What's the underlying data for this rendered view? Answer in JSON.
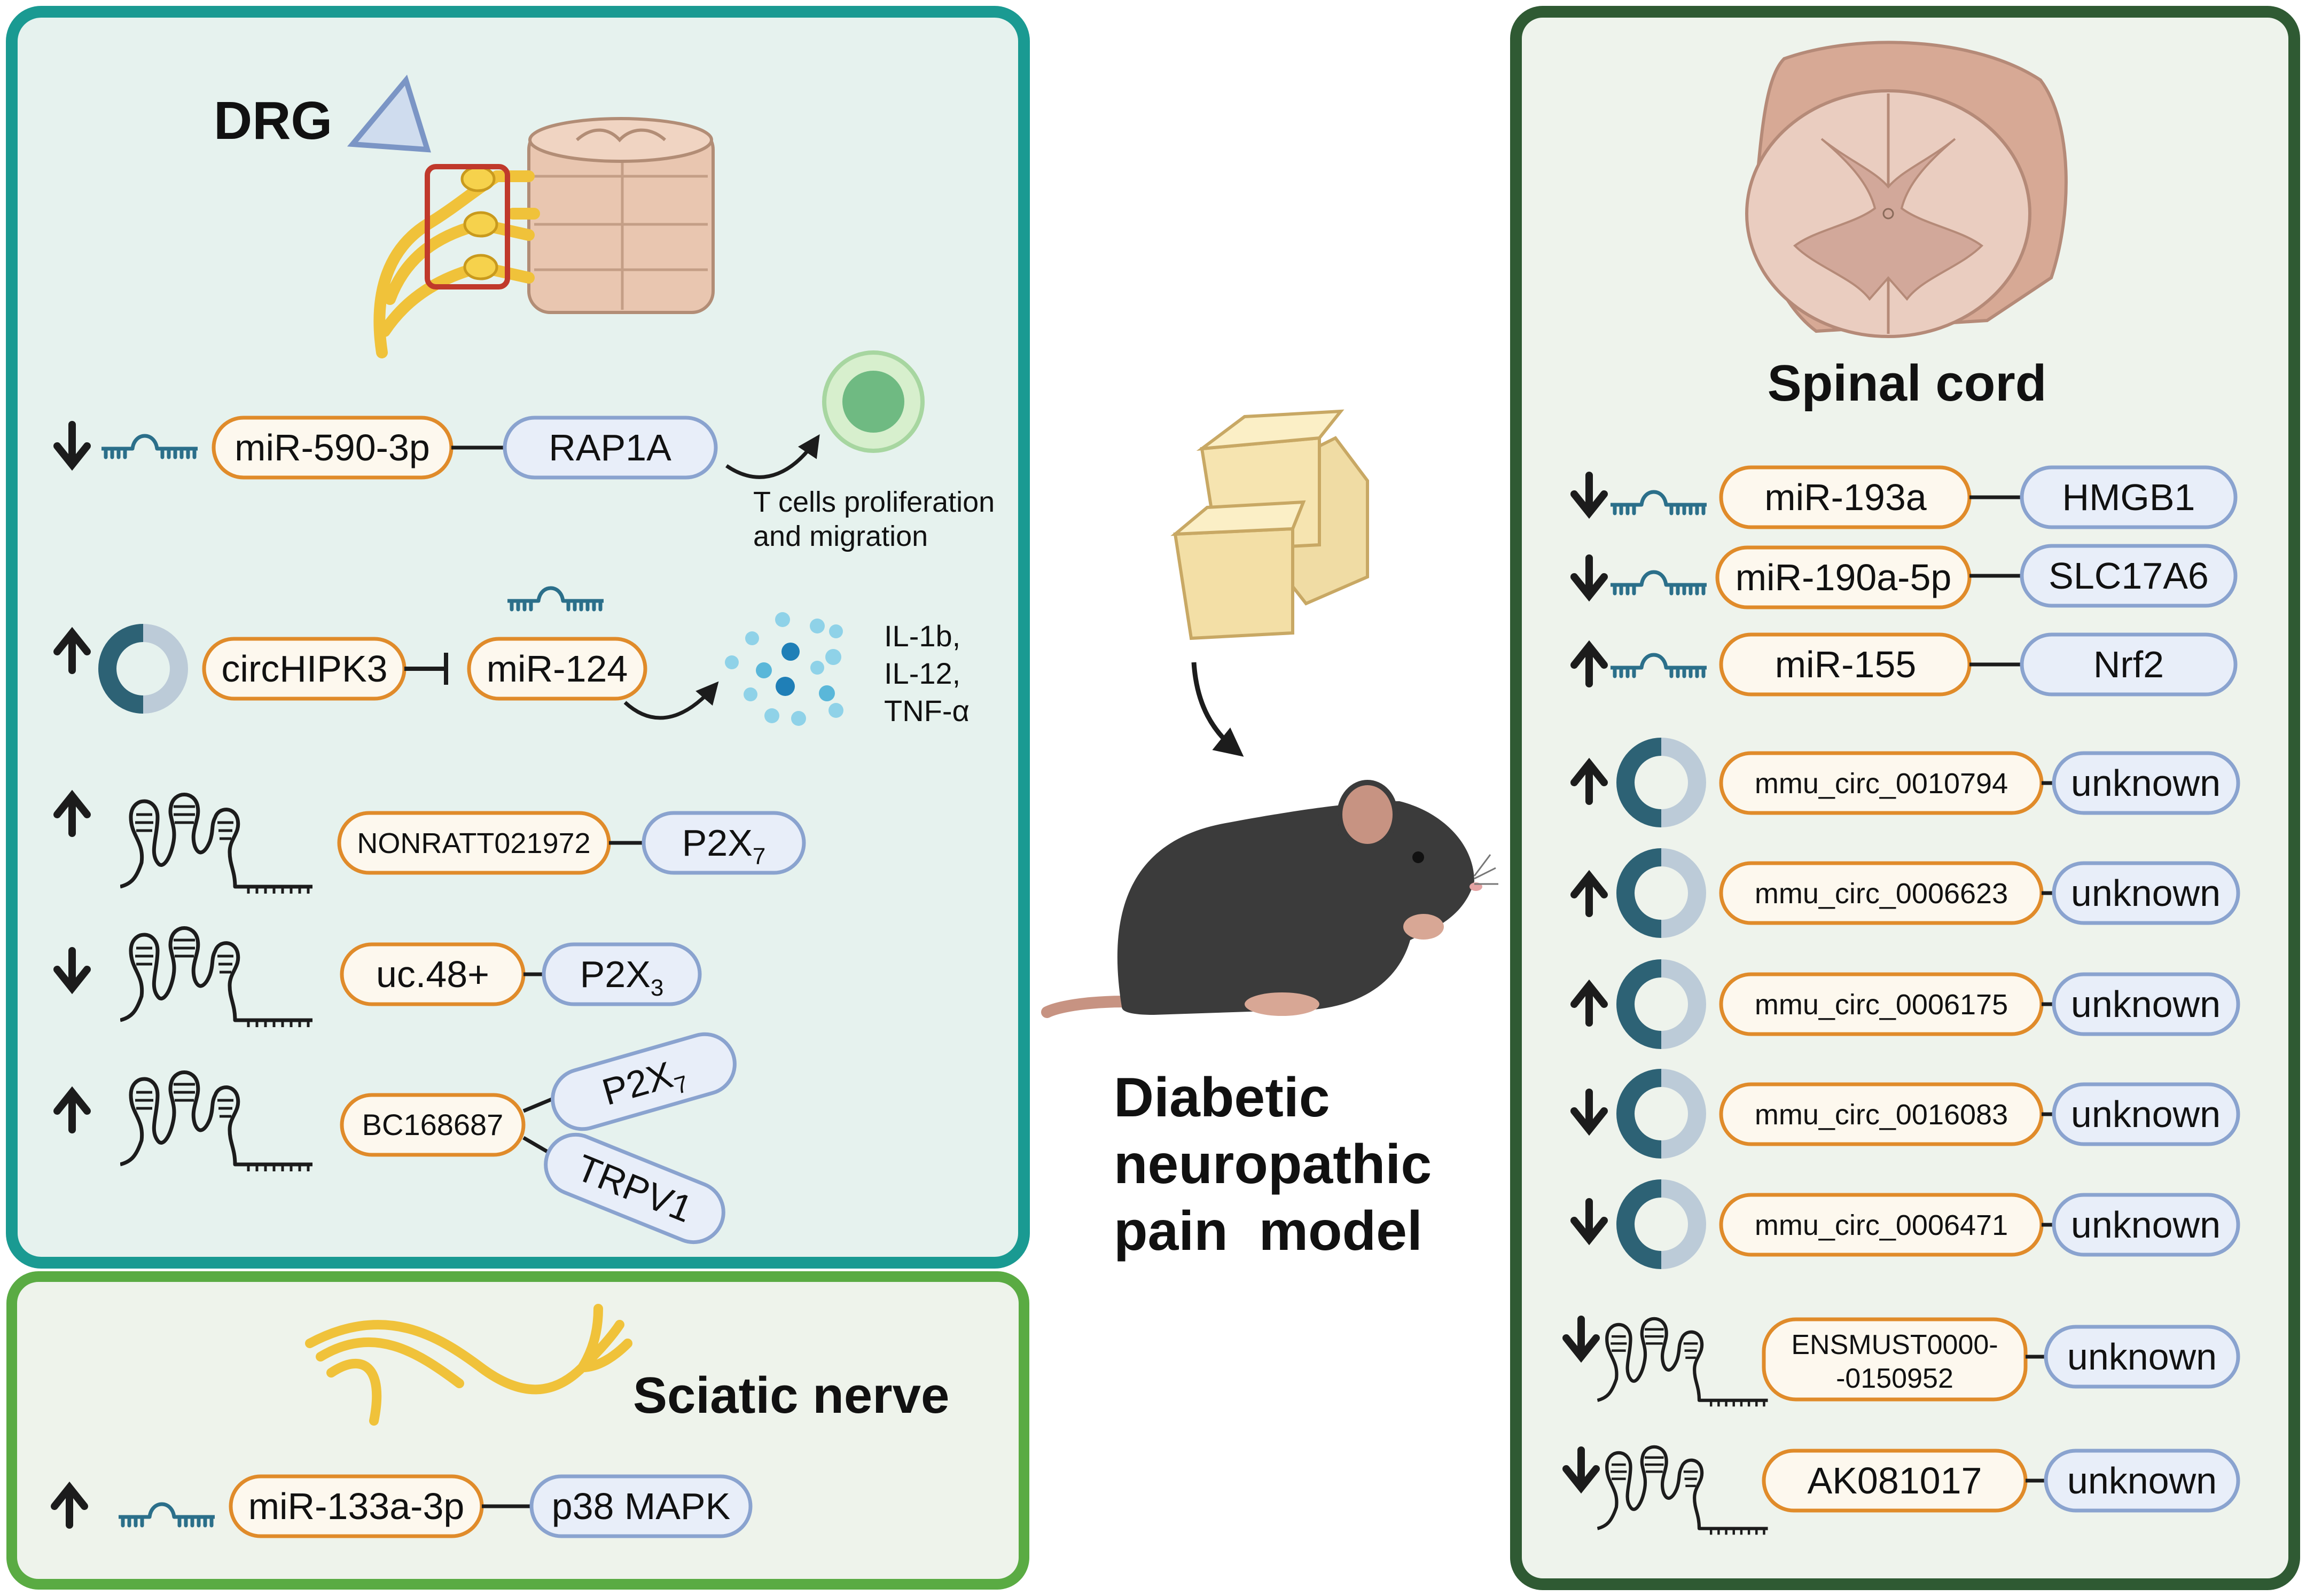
{
  "colors": {
    "drg_panel_border": "#1a9a92",
    "drg_panel_fill": "#e6f2ee",
    "sciatic_panel_border": "#5aab43",
    "sciatic_panel_fill": "#eef3eb",
    "spinal_panel_border": "#2f5a33",
    "spinal_panel_fill": "#eef3ec",
    "ncrna_pill_border": "#e08b2a",
    "ncrna_pill_fill": "#fdf8ee",
    "target_pill_border": "#8aa3cf",
    "target_pill_fill": "#e8eef9",
    "mirna_icon": "#2b6f8a",
    "circ_dark": "#2d6275",
    "circ_light": "#bccbd8",
    "arrow": "#1c1c1c"
  },
  "drg": {
    "title": "DRG",
    "rows": [
      {
        "direction": "down",
        "icon": "mirna-icon",
        "ncrna": "miR-590-3p",
        "target": "RAP1A",
        "effect_line1": "T cells proliferation",
        "effect_line2": "and migration"
      },
      {
        "direction": "up",
        "icon": "circrna-icon",
        "ncrna": "circHIPK3",
        "inhibits": "miR-124",
        "effect_line1": "IL-1b,",
        "effect_line2": "IL-12,",
        "effect_line3": "TNF-α"
      },
      {
        "direction": "up",
        "icon": "lncrna-icon",
        "ncrna": "NONRATT021972",
        "target": "P2X",
        "target_sub": "7"
      },
      {
        "direction": "down",
        "icon": "lncrna-icon",
        "ncrna": "uc.48+",
        "target": "P2X",
        "target_sub": "3"
      },
      {
        "direction": "up",
        "icon": "lncrna-icon",
        "ncrna": "BC168687",
        "target1": "P2X",
        "target1_sub": "7",
        "target2": "TRPV1"
      }
    ]
  },
  "sciatic": {
    "title": "Sciatic nerve",
    "row": {
      "direction": "up",
      "icon": "mirna-icon",
      "ncrna": "miR-133a-3p",
      "target": "p38 MAPK"
    }
  },
  "center": {
    "line1": "Diabetic",
    "line2": "neuropathic",
    "line3": "pain  model"
  },
  "spinal": {
    "title": "Spinal cord",
    "mirna_rows": [
      {
        "direction": "down",
        "ncrna": "miR-193a",
        "target": "HMGB1"
      },
      {
        "direction": "down",
        "ncrna": "miR-190a-5p",
        "target": "SLC17A6"
      },
      {
        "direction": "up",
        "ncrna": "miR-155",
        "target": "Nrf2"
      }
    ],
    "circ_rows": [
      {
        "direction": "up",
        "ncrna": "mmu_circ_0010794",
        "target": "unknown"
      },
      {
        "direction": "up",
        "ncrna": "mmu_circ_0006623",
        "target": "unknown"
      },
      {
        "direction": "up",
        "ncrna": "mmu_circ_0006175",
        "target": "unknown"
      },
      {
        "direction": "down",
        "ncrna": "mmu_circ_0016083",
        "target": "unknown"
      },
      {
        "direction": "down",
        "ncrna": "mmu_circ_0006471",
        "target": "unknown"
      }
    ],
    "lnc_rows": [
      {
        "direction": "down",
        "ncrna_line1": "ENSMUST0000-",
        "ncrna_line2": "-0150952",
        "target": "unknown"
      },
      {
        "direction": "down",
        "ncrna": "AK081017",
        "target": "unknown"
      }
    ]
  }
}
